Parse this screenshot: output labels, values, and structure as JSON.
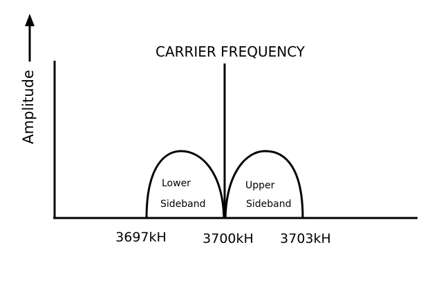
{
  "diagram": {
    "carrier_label": "CARRIER FREQUENCY",
    "y_axis_label": "Amplitude",
    "lower_sideband": {
      "line1": "Lower",
      "line2": "Sideband"
    },
    "upper_sideband": {
      "line1": "Upper",
      "line2": "Sideband"
    },
    "frequency_labels": {
      "lower": "3697kH",
      "center": "3700kH",
      "upper": "3703kH"
    },
    "colors": {
      "stroke": "#000000",
      "background": "#ffffff"
    }
  }
}
